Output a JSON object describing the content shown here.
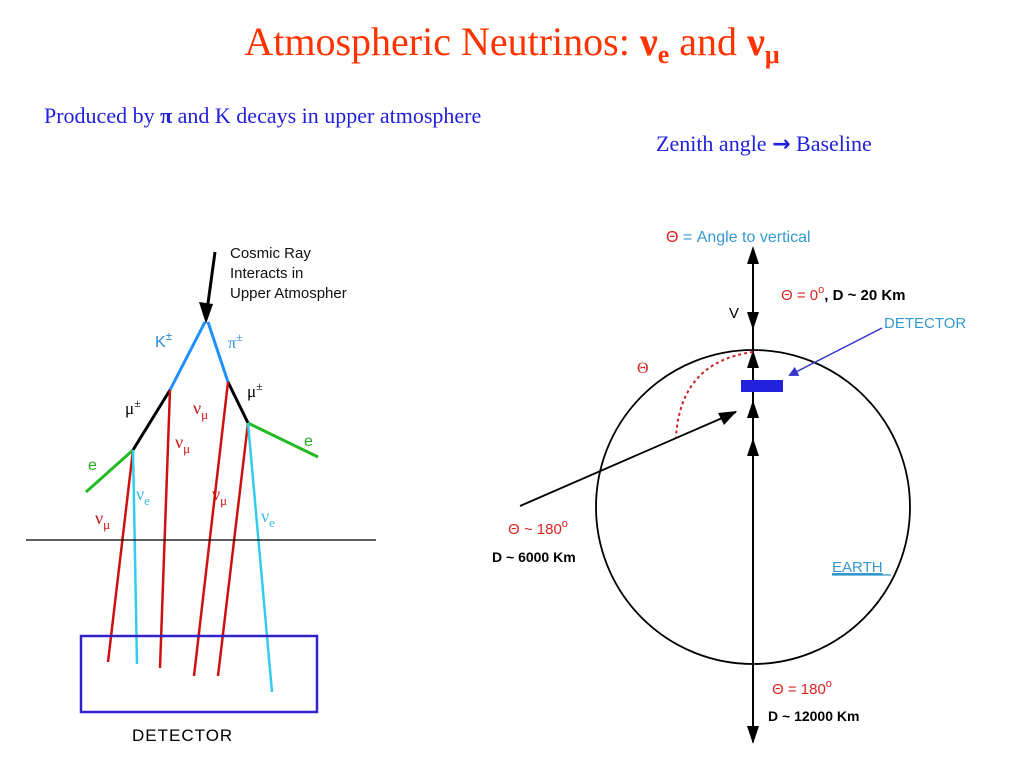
{
  "title": {
    "prefix": "Atmospheric Neutrinos: ",
    "nu_symbol": "ν",
    "sub_e": "e",
    "and_text": " and ",
    "sub_mu": "μ"
  },
  "subtitle": {
    "before": "Produced by ",
    "pi_symbol": "π",
    "after": " and K decays in upper atmosphere"
  },
  "zenith": {
    "left": "Zenith angle ",
    "arrow": "→",
    "right": " Baseline"
  },
  "left_diagram": {
    "cosmic_ray_lines": [
      "Cosmic Ray",
      "Interacts in",
      "Upper Atmospher"
    ],
    "kaon": "K",
    "pion": "π",
    "plus_minus": "±",
    "muon": "μ",
    "electron": "e",
    "nu": "ν",
    "nu_mu_sub": "μ",
    "nu_e_sub": "e",
    "detector_label": "DETECTOR"
  },
  "right_diagram": {
    "theta": "Θ",
    "angle_legend": " = Angle to vertical",
    "vertical_label": "V",
    "top_case_angle": " = 0",
    "degree": "o",
    "top_case_distance": ", D ~ 20 Km",
    "detector_label": "DETECTOR",
    "side_case_angle": " ~ 180",
    "side_case_distance": "D ~ 6000 Km",
    "earth_label": "EARTH",
    "bottom_case_angle": " = 180",
    "bottom_case_distance": "D ~ 12000 Km"
  },
  "colors": {
    "title": "#ff3300",
    "subtitle": "#2020dd",
    "kaon_pion_track": "#1e90ff",
    "muon_track": "#000000",
    "electron_track": "#22bb22",
    "nu_mu_track": "#cc1111",
    "nu_e_track": "#33ccee",
    "detector_box": "#3322cc",
    "diagram_red_text": "#dd2222",
    "diagram_blue_text": "#3399cc"
  }
}
